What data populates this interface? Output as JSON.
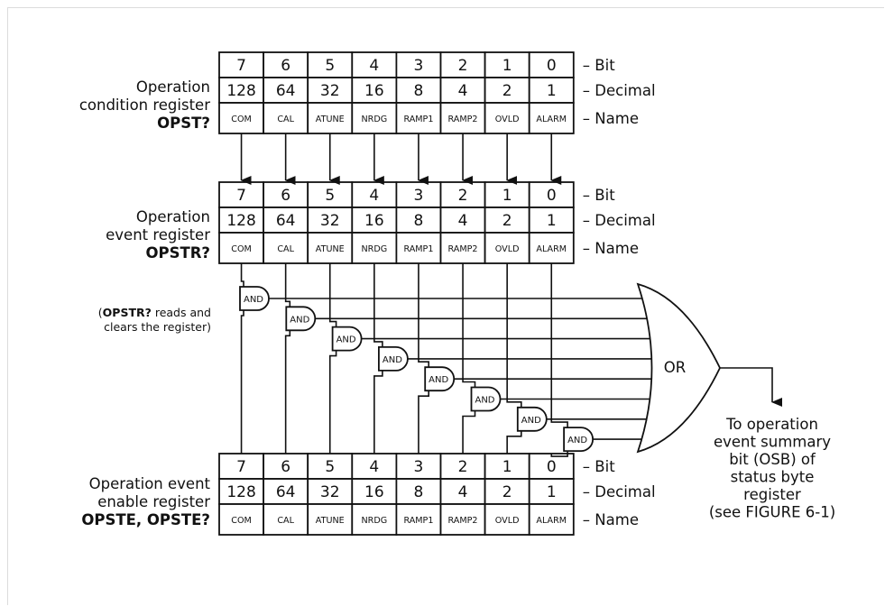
{
  "registers": [
    {
      "id": "condition",
      "label_lines": [
        "Operation",
        "condition register"
      ],
      "command": "OPST?"
    },
    {
      "id": "event",
      "label_lines": [
        "Operation",
        "event register"
      ],
      "command": "OPSTR?"
    },
    {
      "id": "enable",
      "label_lines": [
        "Operation event",
        "enable register"
      ],
      "command": "OPSTE, OPSTE?"
    }
  ],
  "bits": [
    "7",
    "6",
    "5",
    "4",
    "3",
    "2",
    "1",
    "0"
  ],
  "decimals": [
    "128",
    "64",
    "32",
    "16",
    "8",
    "4",
    "2",
    "1"
  ],
  "names": [
    "COM",
    "CAL",
    "ATUNE",
    "NRDG",
    "RAMP1",
    "RAMP2",
    "OVLD",
    "ALARM"
  ],
  "row_labels": {
    "bit": "– Bit",
    "decimal": "– Decimal",
    "name": "– Name"
  },
  "note": {
    "prefix": "(",
    "bold": "OPSTR?",
    "rest": " reads and",
    "line2": "clears the register)"
  },
  "and_gate_label": "AND",
  "or_gate_label": "OR",
  "output_lines": [
    "To operation",
    "event summary",
    "bit (OSB) of",
    "status byte",
    "register",
    "(see FIGURE 6-1)"
  ]
}
